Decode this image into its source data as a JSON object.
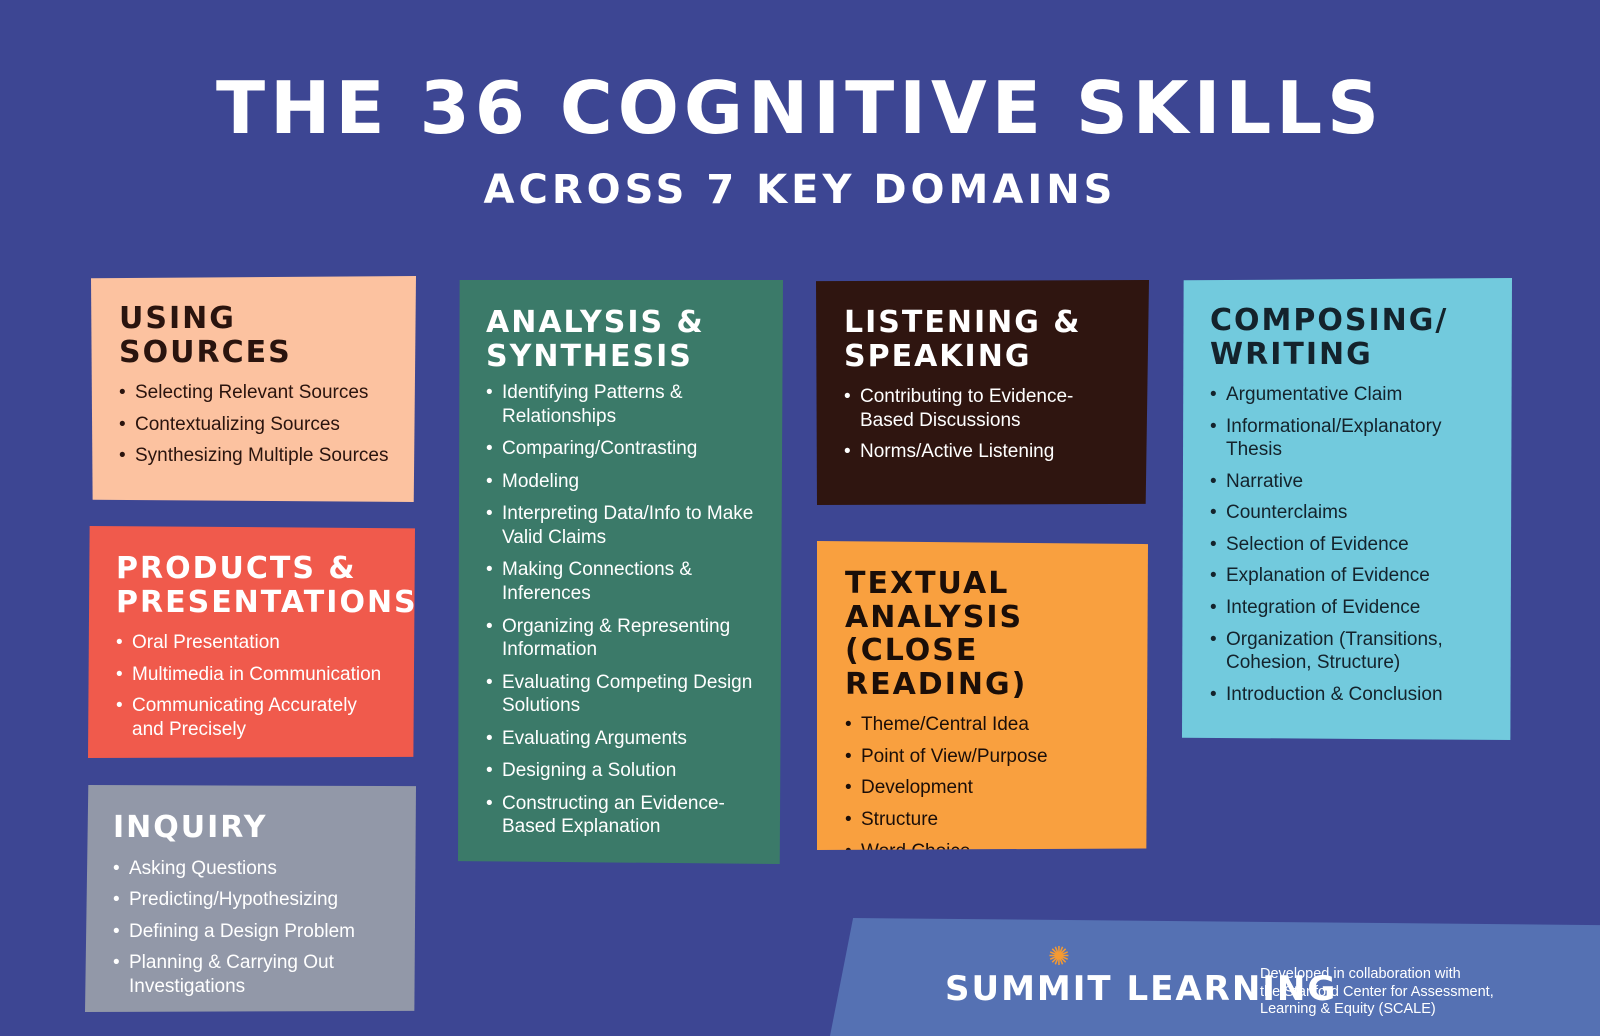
{
  "header": {
    "title": "The 36 Cognitive Skills",
    "subtitle": "Across 7 Key Domains"
  },
  "domains": {
    "using_sources": {
      "title": "Using Sources",
      "skills": [
        "Selecting Relevant Sources",
        "Contextualizing Sources",
        "Synthesizing Multiple Sources"
      ]
    },
    "products": {
      "title": "Products & Presentations",
      "skills": [
        "Oral Presentation",
        "Multimedia in Communication",
        "Communicating Accurately and Precisely"
      ]
    },
    "inquiry": {
      "title": "Inquiry",
      "skills": [
        "Asking Questions",
        "Predicting/Hypothesizing",
        "Defining a Design Problem",
        "Planning & Carrying Out Investigations"
      ]
    },
    "analysis": {
      "title": "Analysis & Synthesis",
      "skills": [
        "Identifying Patterns & Relationships",
        "Comparing/Contrasting",
        "Modeling",
        "Interpreting Data/Info to Make Valid Claims",
        "Making Connections & Inferences",
        "Organizing & Representing Information",
        "Evaluating Competing Design Solutions",
        "Evaluating Arguments",
        "Designing a Solution",
        "Constructing an Evidence-Based Explanation"
      ]
    },
    "listening": {
      "title": "Listening & Speaking",
      "skills": [
        "Contributing to Evidence-Based Discussions",
        "Norms/Active Listening"
      ]
    },
    "textual": {
      "title": "Textual Analysis (Close Reading)",
      "skills": [
        "Theme/Central Idea",
        "Point of View/Purpose",
        "Development",
        "Structure",
        "Word Choice"
      ]
    },
    "composing": {
      "title": "Composing/ Writing",
      "skills": [
        "Argumentative Claim",
        "Informational/Explanatory Thesis",
        "Narrative",
        "Counterclaims",
        "Selection of Evidence",
        "Explanation of Evidence",
        "Integration of Evidence",
        "Organization (Transitions, Cohesion, Structure)",
        "Introduction & Conclusion"
      ]
    }
  },
  "footer": {
    "brand": "Summit Learning",
    "brand_icon": "sun-burst-icon",
    "credit_lines": [
      "Developed in collaboration with",
      "the Stanford Center for Assessment,",
      "Learning & Equity (SCALE)"
    ]
  },
  "colors": {
    "background": "#3d4693",
    "using_sources": "#fcc2a0",
    "products": "#f05a4c",
    "inquiry": "#9298a8",
    "analysis": "#3b7a69",
    "listening": "#2f1510",
    "textual": "#f9a03f",
    "composing": "#72cadd",
    "footer_band": "#5571b3",
    "brand_accent": "#f49a32"
  }
}
